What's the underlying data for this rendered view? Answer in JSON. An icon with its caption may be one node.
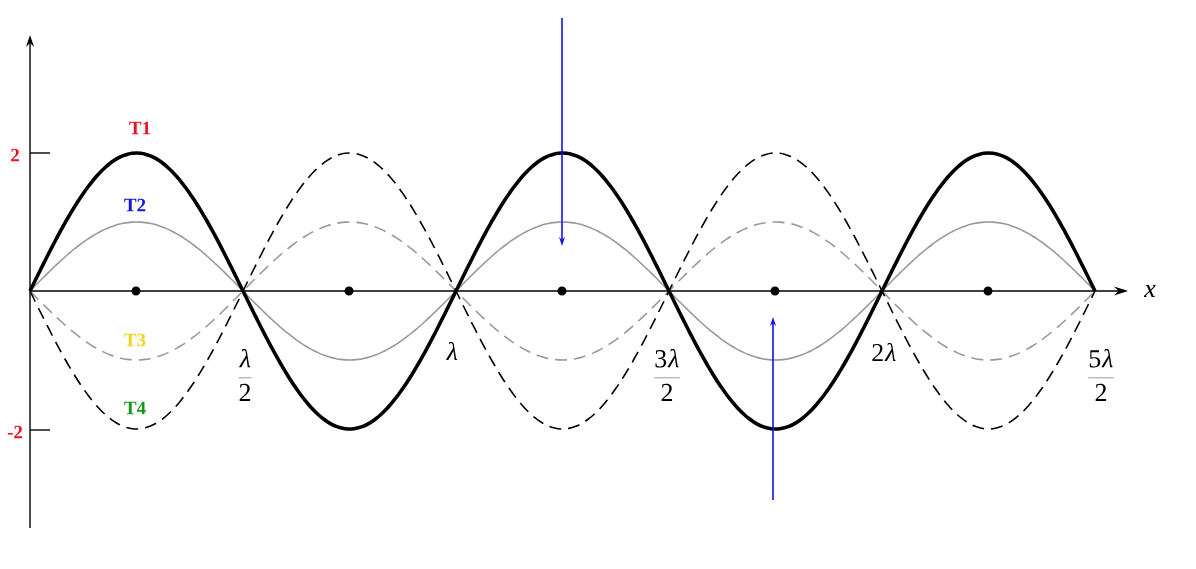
{
  "diagram": {
    "labels": [
      "T1",
      "2",
      "T2",
      "x",
      "T3",
      "\\frac{\\lambda}{2}",
      "\\lambda",
      "\\frac{3\\lambda}{2}",
      "2\\lambda",
      "\\frac{5\\lambda}{2}",
      "T4",
      "-2"
    ]
  }
}
